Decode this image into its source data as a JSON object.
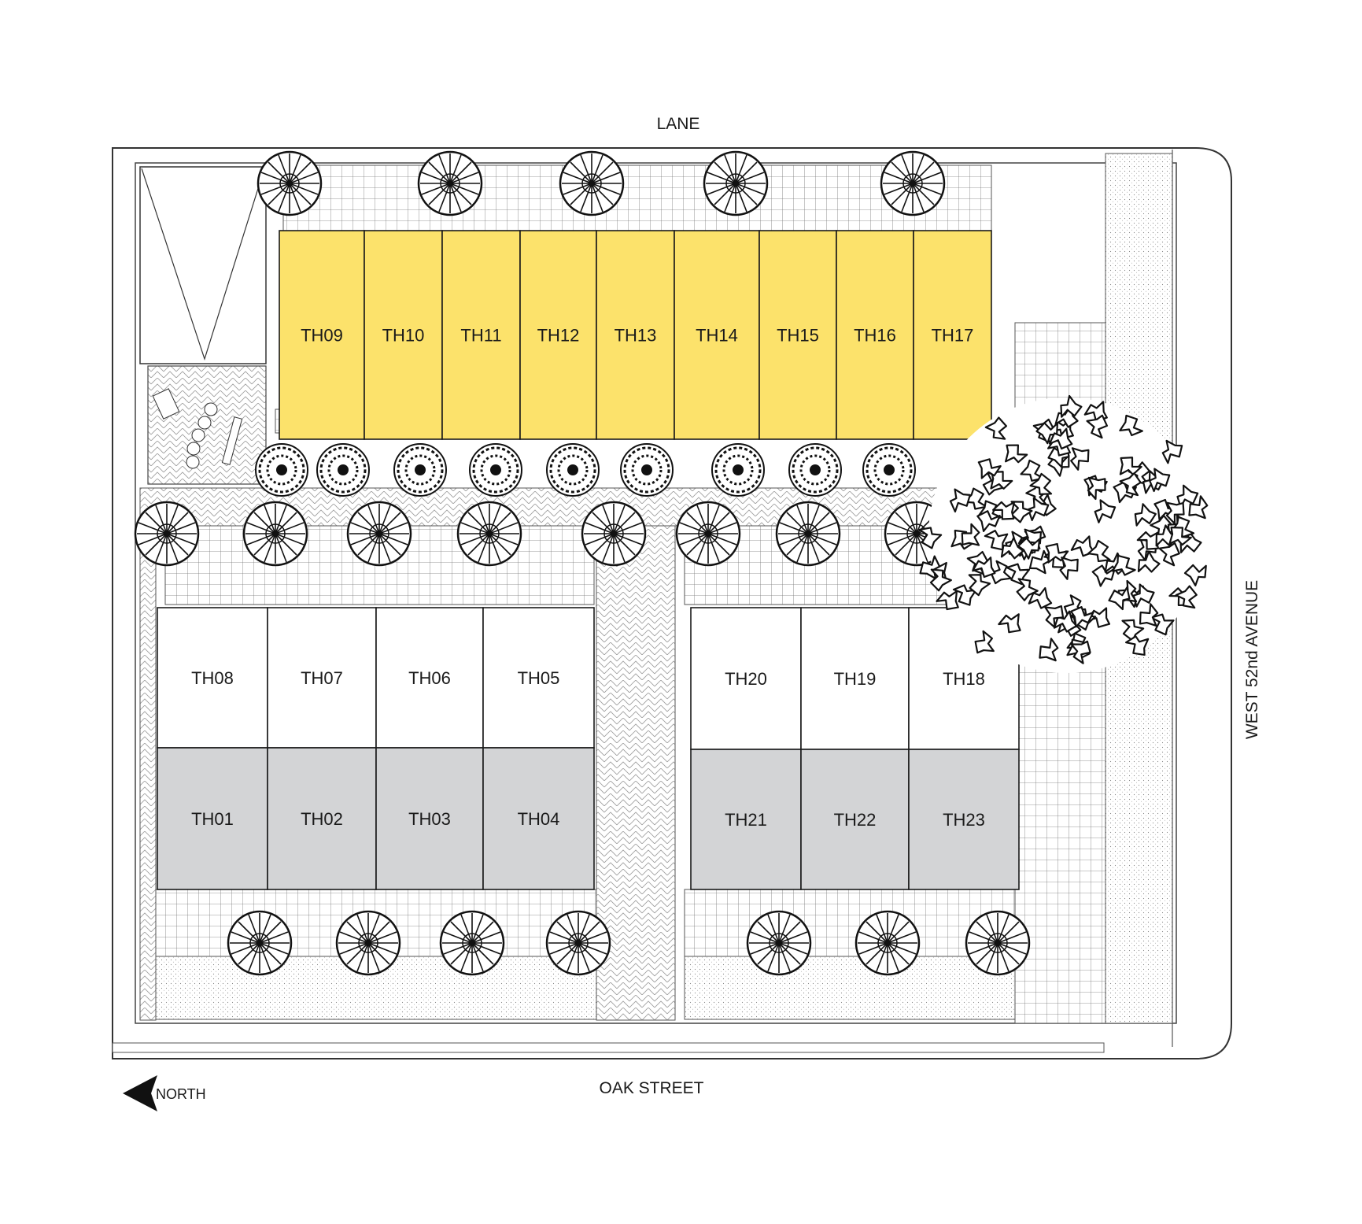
{
  "streets": {
    "top": "LANE",
    "bottom": "OAK STREET",
    "right": "WEST 52nd AVENUE"
  },
  "north_arrow": {
    "label": "NORTH"
  },
  "colors": {
    "yellow_units": "#FCE26B",
    "gray_units": "#D3D4D6",
    "white_units": "#FFFFFF",
    "outline": "#1a1a1a",
    "paving": "#8c8c8c"
  },
  "units": {
    "yellow_row": [
      "TH09",
      "TH10",
      "TH11",
      "TH12",
      "TH13",
      "TH14",
      "TH15",
      "TH16",
      "TH17"
    ],
    "white_left": [
      "TH08",
      "TH07",
      "TH06",
      "TH05"
    ],
    "gray_left": [
      "TH01",
      "TH02",
      "TH03",
      "TH04"
    ],
    "white_right": [
      "TH20",
      "TH19",
      "TH18"
    ],
    "gray_right": [
      "TH21",
      "TH22",
      "TH23"
    ]
  }
}
